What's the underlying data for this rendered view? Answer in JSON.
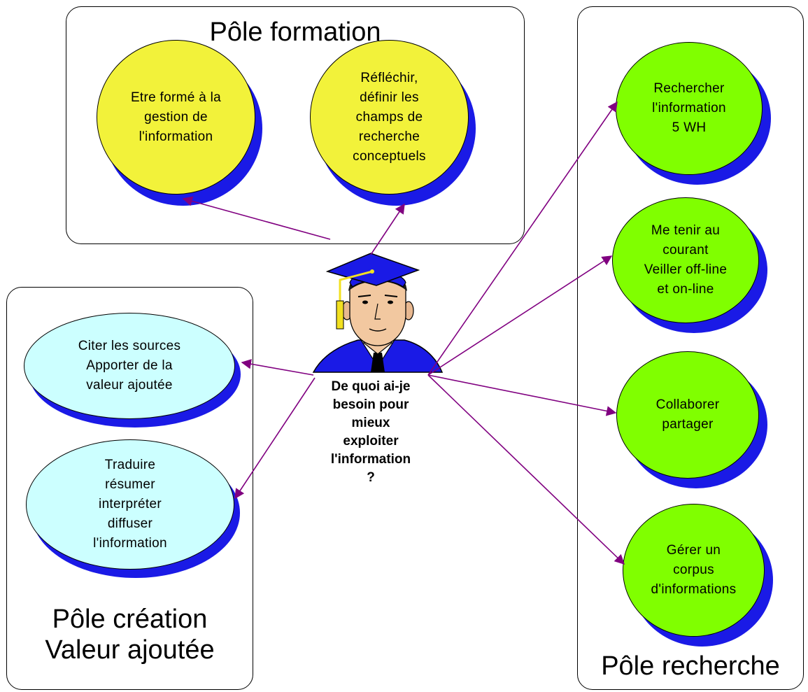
{
  "poles": {
    "formation": {
      "title": "Pôle formation",
      "items": [
        "Etre formé à la\ngestion de\nl'information",
        "Réfléchir,\ndéfinir les\nchamps de\nrecherche\nconceptuels"
      ]
    },
    "creation": {
      "title": "Pôle création\nValeur ajoutée",
      "items": [
        "Citer les sources\nApporter de la\nvaleur ajoutée",
        "Traduire\nrésumer\ninterpréter\ndiffuser\nl'information"
      ]
    },
    "recherche": {
      "title": "Pôle recherche",
      "items": [
        "Rechercher\nl'information\n5 WH",
        "Me tenir au\ncourant\nVeiller off-line\net on-line",
        "Collaborer\npartager",
        "Gérer un\ncorpus\nd'informations"
      ]
    }
  },
  "center": {
    "question": "De quoi ai-je\nbesoin pour\nmieux\nexploiter\nl'information\n?",
    "icon": "graduate-student-icon"
  },
  "colors": {
    "formation": "#f2f23a",
    "recherche": "#80ff00",
    "creation": "#ccffff",
    "shadow": "#1a1ae6",
    "arrow": "#800080"
  }
}
